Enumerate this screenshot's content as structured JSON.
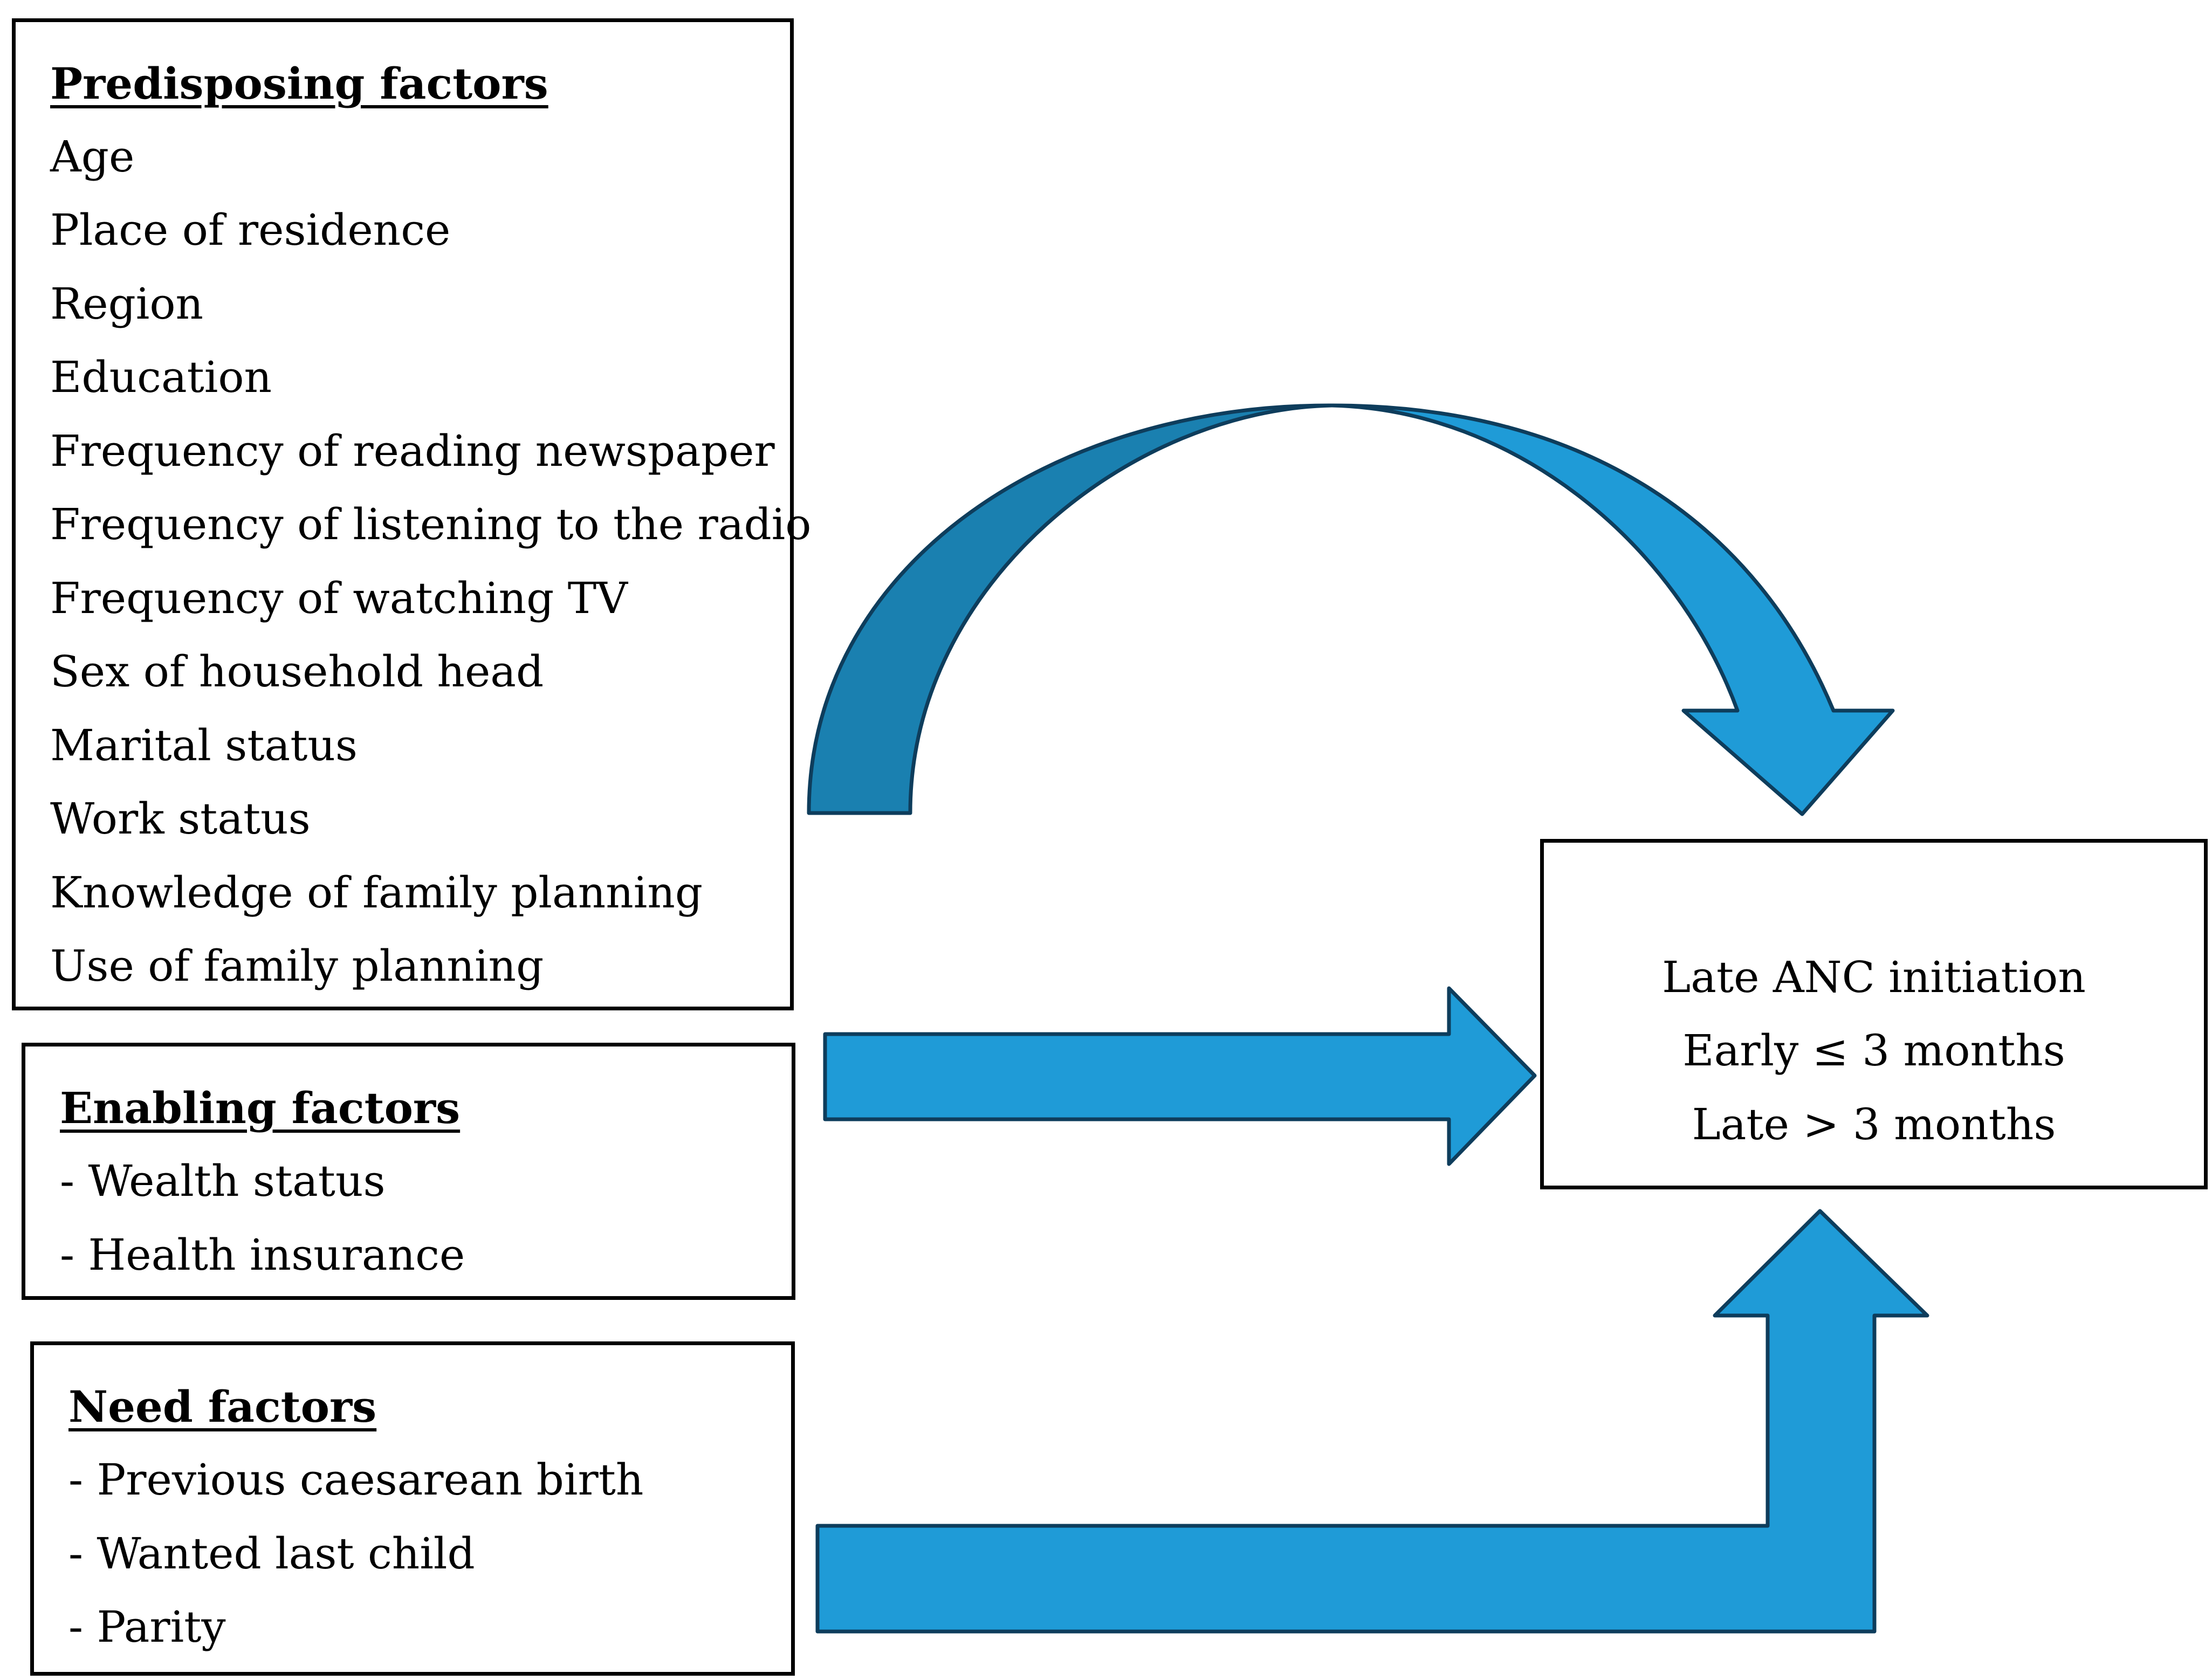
{
  "predisposing": {
    "title": "Predisposing factors",
    "items": [
      "Age",
      "Place of residence",
      "Region",
      "Education",
      "Frequency of reading newspaper",
      "Frequency of listening to the radio",
      "Frequency of watching TV",
      "Sex of household head",
      "Marital status",
      "Work status",
      "Knowledge of family planning",
      "Use of family planning"
    ]
  },
  "enabling": {
    "title": "Enabling factors",
    "items": [
      "- Wealth status",
      "- Health insurance"
    ]
  },
  "need": {
    "title": "Need factors",
    "items": [
      "- Previous caesarean birth",
      "- Wanted last child",
      "- Parity"
    ]
  },
  "outcome": {
    "lines": [
      "Late ANC initiation",
      "Early ≤ 3 months",
      "Late > 3 months"
    ]
  },
  "colors": {
    "arrow_fill": "#1f9bd7",
    "arrow_fill_dark": "#1a80b0",
    "arrow_stroke": "#0e3d5c",
    "box_border": "#000000"
  }
}
